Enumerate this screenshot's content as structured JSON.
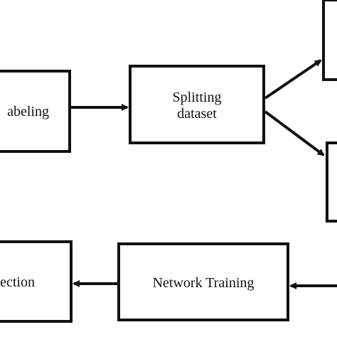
{
  "diagram": {
    "nodes": {
      "labeling": {
        "text": "abeling"
      },
      "splitting": {
        "line1": "Splitting",
        "line2": "dataset"
      },
      "training": {
        "text": "Network Training"
      },
      "detection": {
        "text": "ection"
      }
    },
    "colors": {
      "stroke": "#111111",
      "background": "#ffffff"
    }
  }
}
